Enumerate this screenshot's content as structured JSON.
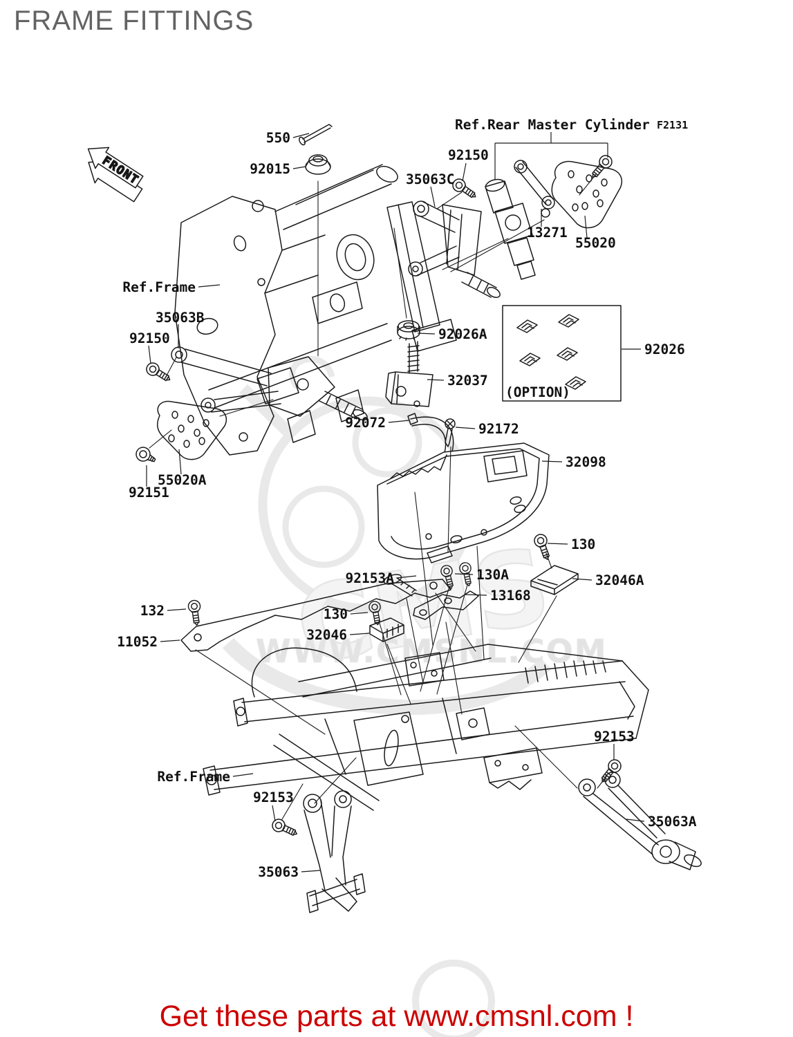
{
  "page": {
    "title": "FRAME FITTINGS",
    "footer_text": "Get these parts at www.cmsnl.com !",
    "watermark_text": "WWW.CMSNL.COM",
    "watermark_logo_text": "CMS"
  },
  "colors": {
    "line": "#1a1a1a",
    "title_gray": "#636363",
    "footer_red": "#cc0000",
    "watermark_gray": "#e6e6e6",
    "background": "#ffffff"
  },
  "diagram": {
    "front_marker": "FRONT",
    "option_box_label": "(OPTION)",
    "figure_code": "F2131",
    "labels": {
      "l_550": "550",
      "l_92015": "92015",
      "l_92150_top": "92150",
      "l_35063c": "35063C",
      "l_ref_rear_mc": "Ref.Rear Master Cylinder",
      "l_13271": "13271",
      "l_55020": "55020",
      "l_ref_frame_top": "Ref.Frame",
      "l_35063b": "35063B",
      "l_92150_left": "92150",
      "l_55020a": "55020A",
      "l_92151": "92151",
      "l_92026a": "92026A",
      "l_32037": "32037",
      "l_92026": "92026",
      "l_92072": "92072",
      "l_92172": "92172",
      "l_32098": "32098",
      "l_130_right": "130",
      "l_92153a": "92153A",
      "l_130a": "130A",
      "l_13168": "13168",
      "l_32046a": "32046A",
      "l_132": "132",
      "l_130_mid": "130",
      "l_11052": "11052",
      "l_32046": "32046",
      "l_ref_frame_bottom": "Ref.Frame",
      "l_92153_bl": "92153",
      "l_35063": "35063",
      "l_92153_right": "92153",
      "l_35063a": "35063A"
    }
  }
}
